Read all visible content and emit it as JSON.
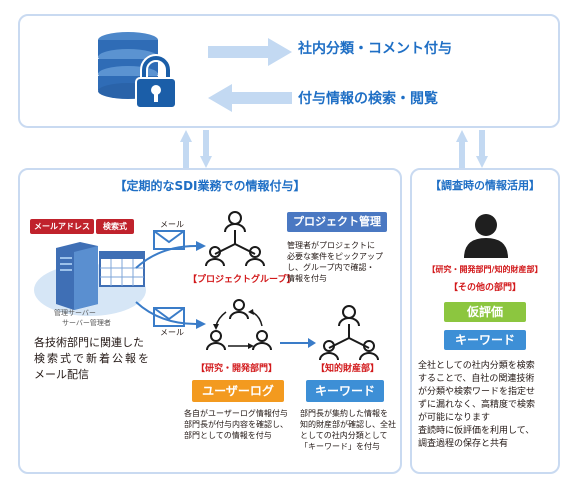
{
  "top": {
    "action1": "社内分類・コメント付与",
    "action2": "付与情報の検索・閲覧"
  },
  "left": {
    "title": "【定期的なSDI業務での情報付与】",
    "server_tags": [
      "メールアドレス",
      "検索式"
    ],
    "server_label1": "管理サーバー",
    "server_label2": "サーバー管理者",
    "mail1": "メール",
    "mail2": "メール",
    "desc": [
      "各技術部門に関連した",
      "検索式で新着公報を",
      "メール配信"
    ],
    "group_label": "【プロジェクトグループ】",
    "pm_tag": "プロジェクト管理",
    "pm_desc": [
      "管理者がプロジェクトに",
      "必要な案件をピックアップ",
      "し、グループ内で確認・",
      "情報を付与"
    ],
    "rd_label": "【研究・開発部門】",
    "ip_label": "【知的財産部】",
    "userlog_tag": "ユーザーログ",
    "keyword_tag": "キーワード",
    "userlog_desc": [
      "各自がユーザーログ情報付与",
      "部門長が付与内容を確認し、",
      "部門としての情報を付与"
    ],
    "keyword_desc": [
      "部門長が集約した情報を",
      "知的財産部が確認し、全社",
      "としての社内分類として",
      "「キーワード」を付与"
    ]
  },
  "right": {
    "title": "【調査時の情報活用】",
    "dept1": "【研究・開発部門/知的財産部】",
    "dept2": "【その他の部門】",
    "tag1": "仮評価",
    "tag2": "キーワード",
    "desc": [
      "全社としての社内分類を検索",
      "することで、自社の関連技術",
      "が分類や検索ワードを指定せ",
      "ずに漏れなく、高精度で検索",
      "が可能になります",
      "査読時に仮評価を利用して、",
      "調査過程の保存と共有"
    ]
  },
  "colors": {
    "blue": "#1f6fc5",
    "red": "#d2191b",
    "pm_tag": "#4a78c2",
    "orange_tag": "#f39a1f",
    "green_tag": "#8cc63f",
    "keyword_blue": "#3d8fd6",
    "light_arrow": "#c3d9f2"
  }
}
